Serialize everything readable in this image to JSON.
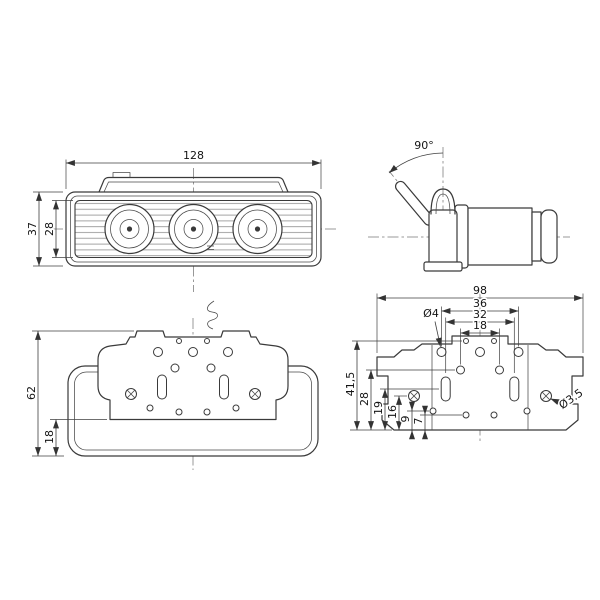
{
  "colors": {
    "background": "#ffffff",
    "line": "#3a3a3a",
    "dimension_text": "#141414"
  },
  "views": {
    "front": {
      "width": "128",
      "height_overall": "37",
      "height_lens": "28"
    },
    "side": {
      "bracket_angle": "90°"
    },
    "rear": {
      "height_overall": "62",
      "height_housing": "18"
    },
    "bracket": {
      "width_overall": "98",
      "hole_span_outer": "36",
      "slot_span": "32",
      "hole_span_inner": "18",
      "hole_diameter": "Ø4",
      "screw_hole_diameter": "Ø3.5",
      "height_overall": "41,5",
      "height_upper_holes": "28",
      "height_slot_center": "19",
      "height_screw_holes": "16",
      "height_lower_outer": "9",
      "height_lower_inner": "7"
    }
  }
}
